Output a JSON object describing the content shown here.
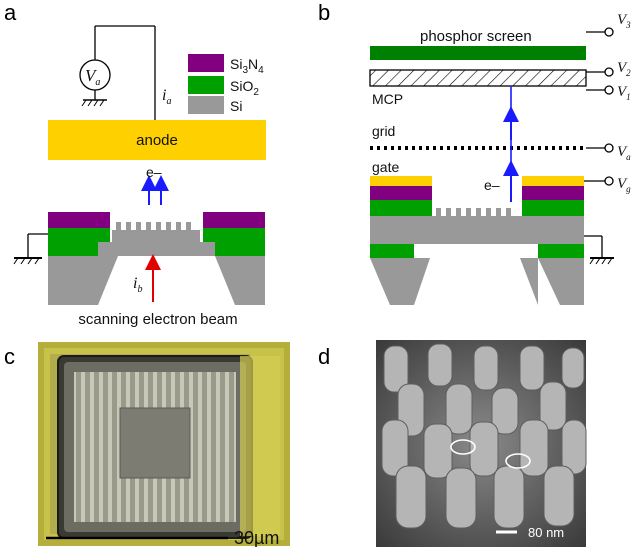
{
  "panels": {
    "a": "a",
    "b": "b",
    "c": "c",
    "d": "d"
  },
  "legend": {
    "si3n4": {
      "base": "Si",
      "sub1": "3",
      "mid": "N",
      "sub2": "4"
    },
    "sio2": {
      "base": "SiO",
      "sub": "2"
    },
    "si": "Si"
  },
  "panel_a": {
    "meter": {
      "base": "V",
      "sub": "a"
    },
    "current_a": {
      "base": "i",
      "sub": "a"
    },
    "anode": "anode",
    "electron": "e–",
    "current_b": {
      "base": "i",
      "sub": "b"
    },
    "beam": "scanning electron beam"
  },
  "panel_b": {
    "screen": "phosphor screen",
    "mcp": "MCP",
    "grid": "grid",
    "gate": "gate",
    "electron": "e–",
    "v3": {
      "base": "V",
      "sub": "3"
    },
    "v2": {
      "base": "V",
      "sub": "2"
    },
    "v1": {
      "base": "V",
      "sub": "1"
    },
    "va": {
      "base": "V",
      "sub": "a"
    },
    "vg": {
      "base": "V",
      "sub": "g"
    }
  },
  "panel_c": {
    "scale": "30µm"
  },
  "panel_d": {
    "scale": "80 nm"
  },
  "colors": {
    "anode": "#ffd000",
    "si3n4": "#800080",
    "sio2": "#00a000",
    "si": "#999999",
    "screen": "#008000",
    "arrow_blue": "#1a1aff",
    "arrow_red": "#e00000"
  }
}
